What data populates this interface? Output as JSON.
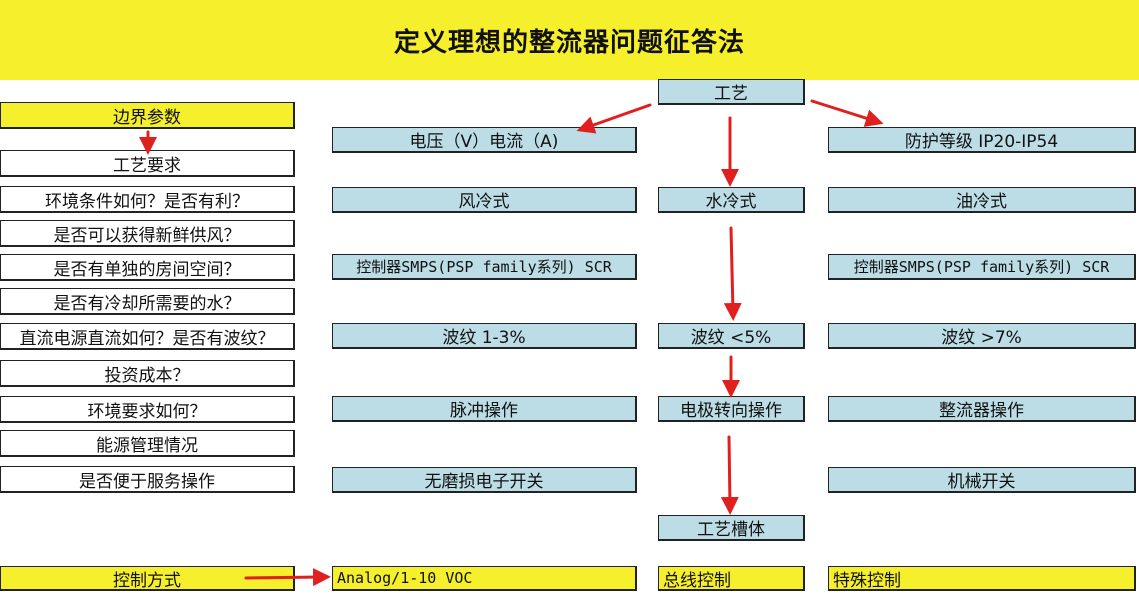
{
  "title": "定义理想的整流器问题征答法",
  "left_column": {
    "boundary": "边界参数",
    "process_req": "工艺要求",
    "questions": [
      "环境条件如何？是否有利？",
      "是否可以获得新鲜供风？",
      "是否有单独的房间空间？",
      "是否有冷却所需要的水？",
      "直流电源直流如何？是否有波纹？",
      "投资成本？",
      "环境要求如何？",
      "能源管理情况",
      "是否便于服务操作"
    ],
    "control_method": "控制方式"
  },
  "process": "工艺",
  "col1": {
    "voltage_current": "电压（V）电流（A)",
    "air_cooled": "风冷式",
    "controller": "控制器SMPS(PSP family系列) SCR",
    "ripple": "波纹 1-3%",
    "pulse": "脉冲操作",
    "switch": "无磨损电子开关",
    "control": "Analog/1-10 VOC"
  },
  "col2": {
    "water_cooled": "水冷式",
    "ripple": "波纹 <5%",
    "reversal": "电极转向操作",
    "tank": "工艺槽体",
    "control": "总线控制"
  },
  "col3": {
    "protection": "防护等级 IP20-IP54",
    "oil_cooled": "油冷式",
    "controller": "控制器SMPS(PSP family系列) SCR",
    "ripple": "波纹 >7%",
    "rectifier_op": "整流器操作",
    "switch": "机械开关",
    "control": "特殊控制"
  },
  "colors": {
    "yellow": "#f5ef2c",
    "blue": "#bcdde6",
    "arrow": "#e0201f"
  }
}
